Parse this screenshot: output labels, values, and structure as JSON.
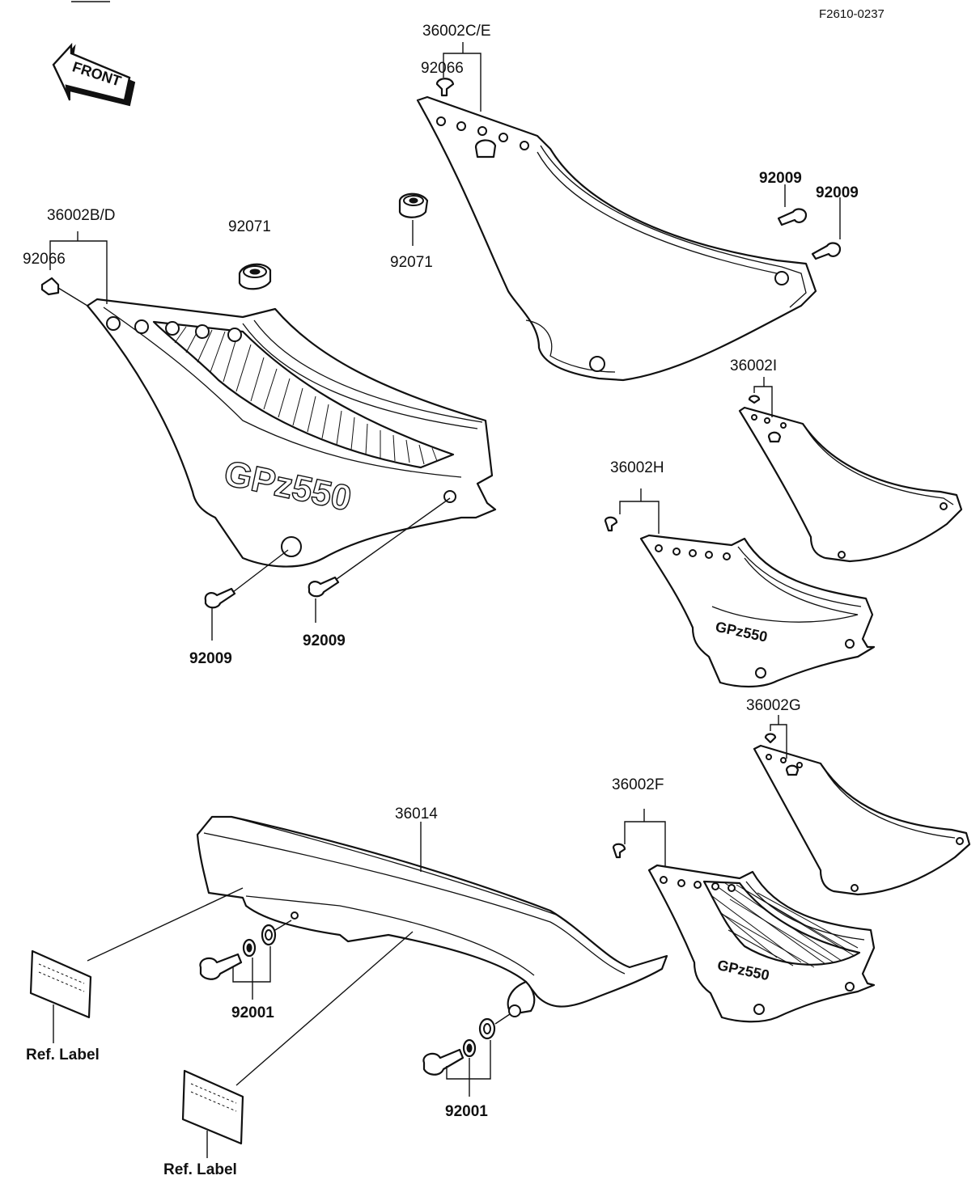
{
  "diagram_code": "F2610-0237",
  "direction_label": "FRONT",
  "logo_text": "GPz550",
  "callouts": {
    "cover_ce": "36002C/E",
    "cover_bd": "36002B/D",
    "cover_i": "36002I",
    "cover_h": "36002H",
    "cover_g": "36002G",
    "cover_f": "36002F",
    "chain_guard": "36014",
    "rivet_ce": "92066",
    "rivet_bd": "92066",
    "grommet_bd": "92071",
    "grommet_ce": "92071",
    "bolt_ce_1": "92009",
    "bolt_ce_2": "92009",
    "bolt_bd_1": "92009",
    "bolt_bd_2": "92009",
    "bolt_guard_1": "92001",
    "bolt_guard_2": "92001"
  },
  "ref_label_1": "Ref. Label",
  "ref_label_2": "Ref. Label"
}
